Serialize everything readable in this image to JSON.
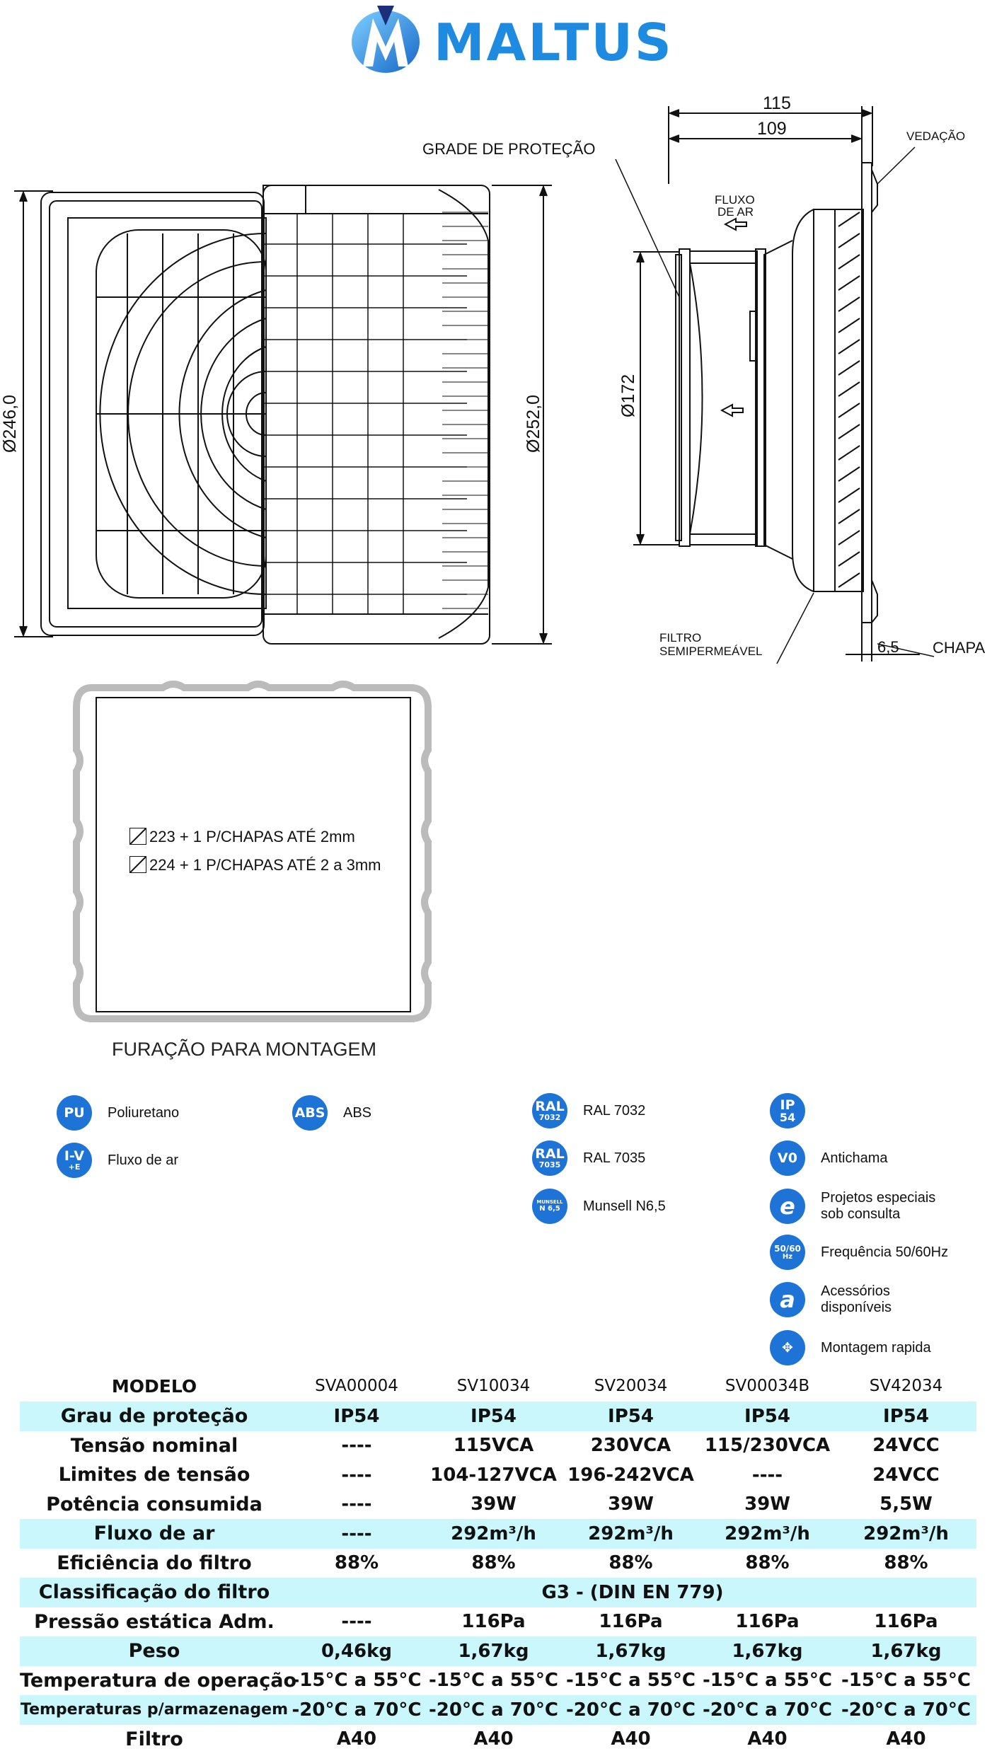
{
  "brand": {
    "name": "MALTUS",
    "accent": "#1f8be0"
  },
  "drawing": {
    "front": {
      "dim_outer": "Ø246,0",
      "dim_inner": "Ø252,0"
    },
    "side": {
      "dim_total": "115",
      "dim_depth": "109",
      "dim_fan": "Ø172",
      "dim_plate": "6,5",
      "label_grade": "GRADE DE PROTEÇÃO",
      "label_vedacao": "VEDAÇÃO",
      "label_fluxo_1": "FLUXO",
      "label_fluxo_2": "DE AR",
      "label_filtro_1": "FILTRO",
      "label_filtro_2": "SEMIPERMEÁVEL",
      "label_chapa": "CHAPA"
    }
  },
  "mounting": {
    "cut_1": "223 + 1 P/CHAPAS ATÉ 2mm",
    "cut_2": "224 + 1 P/CHAPAS ATÉ 2 a 3mm",
    "title": "FURAÇÃO PARA MONTAGEM"
  },
  "legend": [
    {
      "icon": "pu-icon",
      "top": "PU",
      "sub": "",
      "label": "Poliuretano"
    },
    {
      "icon": "airflow-icon",
      "top": "I-V",
      "sub": "+E",
      "label": "Fluxo de ar"
    },
    {
      "icon": "abs-icon",
      "top": "ABS",
      "sub": "",
      "label": "ABS"
    },
    {
      "icon": "ral-7032-icon",
      "top": "RAL",
      "sub": "7032",
      "label": "RAL 7032"
    },
    {
      "icon": "ral-7035-icon",
      "top": "RAL",
      "sub": "7035",
      "label": "RAL 7035"
    },
    {
      "icon": "munsell-icon",
      "top": "MUNSELL",
      "sub": "N 6,5",
      "label": "Munsell N6,5"
    },
    {
      "icon": "ip54-icon",
      "top": "IP",
      "sub": "54",
      "label": ""
    },
    {
      "icon": "v0-icon",
      "top": "V0",
      "sub": "",
      "label": "Antichama"
    },
    {
      "icon": "e-icon",
      "top": "e",
      "sub": "",
      "label": "Projetos especiais\nsob consulta"
    },
    {
      "icon": "frequency-icon",
      "top": "50/60",
      "sub": "Hz",
      "label": "Frequência 50/60Hz"
    },
    {
      "icon": "a-icon",
      "top": "a",
      "sub": "",
      "label": "Acessórios\ndisponíveis"
    },
    {
      "icon": "quick-mount-icon",
      "top": "✥",
      "sub": "",
      "label": "Montagem rapida"
    }
  ],
  "table": {
    "header_label": "MODELO",
    "models": [
      "SVA00004",
      "SV10034",
      "SV20034",
      "SV00034B",
      "SV42034"
    ],
    "rows": [
      {
        "name": "Grau de proteção",
        "values": [
          "IP54",
          "IP54",
          "IP54",
          "IP54",
          "IP54"
        ]
      },
      {
        "name": "Tensão nominal",
        "values": [
          "----",
          "115VCA",
          "230VCA",
          "115/230VCA",
          "24VCC"
        ]
      },
      {
        "name": "Limites de tensão",
        "values": [
          "----",
          "104-127VCA",
          "196-242VCA",
          "----",
          "24VCC"
        ]
      },
      {
        "name": "Potência consumida",
        "values": [
          "----",
          "39W",
          "39W",
          "39W",
          "5,5W"
        ]
      },
      {
        "name": "Fluxo de ar",
        "values": [
          "----",
          "292m³/h",
          "292m³/h",
          "292m³/h",
          "292m³/h"
        ]
      },
      {
        "name": "Eficiência do filtro",
        "values": [
          "88%",
          "88%",
          "88%",
          "88%",
          "88%"
        ]
      },
      {
        "name": "Classificação do filtro",
        "merged": "G3 - (DIN EN 779)"
      },
      {
        "name": "Pressão estática Adm.",
        "values": [
          "----",
          "116Pa",
          "116Pa",
          "116Pa",
          "116Pa"
        ]
      },
      {
        "name": "Peso",
        "values": [
          "0,46kg",
          "1,67kg",
          "1,67kg",
          "1,67kg",
          "1,67kg"
        ]
      },
      {
        "name": "Temperatura de operação",
        "values": [
          "-15°C a 55°C",
          "-15°C a 55°C",
          "-15°C a 55°C",
          "-15°C a 55°C",
          "-15°C a 55°C"
        ]
      },
      {
        "name": "Temperaturas p/armazenagem",
        "values": [
          "-20°C a 70°C",
          "-20°C a 70°C",
          "-20°C a 70°C",
          "-20°C a 70°C",
          "-20°C a 70°C"
        ]
      },
      {
        "name": "Filtro",
        "values": [
          "A40",
          "A40",
          "A40",
          "A40",
          "A40"
        ]
      }
    ]
  },
  "colors": {
    "icon_blue": "#1e73d6",
    "row_cyan": "#c9f7fb"
  }
}
